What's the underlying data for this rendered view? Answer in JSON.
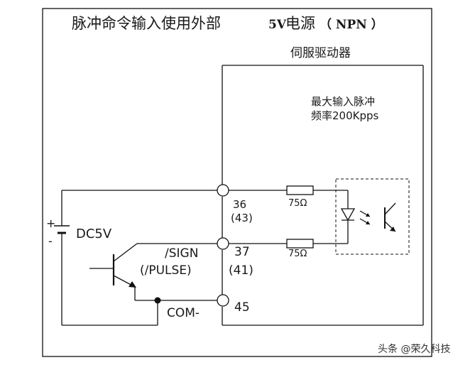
{
  "diagram": {
    "title_main": "脉冲命令输入使用外部",
    "title_voltage": "5V",
    "title_power": "电源",
    "title_type": "（ NPN ）",
    "servo_label": "伺服驱动器",
    "max_input_line1": "最大输入脉冲",
    "max_input_line2": "频率200Kpps",
    "pin_36": "36",
    "pin_43": "(43)",
    "pin_37": "37",
    "pin_41": "(41)",
    "pin_45": "45",
    "resistor_top": "75Ω",
    "resistor_bottom": "75Ω",
    "plus_sign": "+",
    "minus_sign": "-",
    "dc_label": "DC5V",
    "sign_label": "/SIGN",
    "pulse_label": "(/PULSE)",
    "com_label": "COM-"
  },
  "watermark": "头条 @荣久科技"
}
